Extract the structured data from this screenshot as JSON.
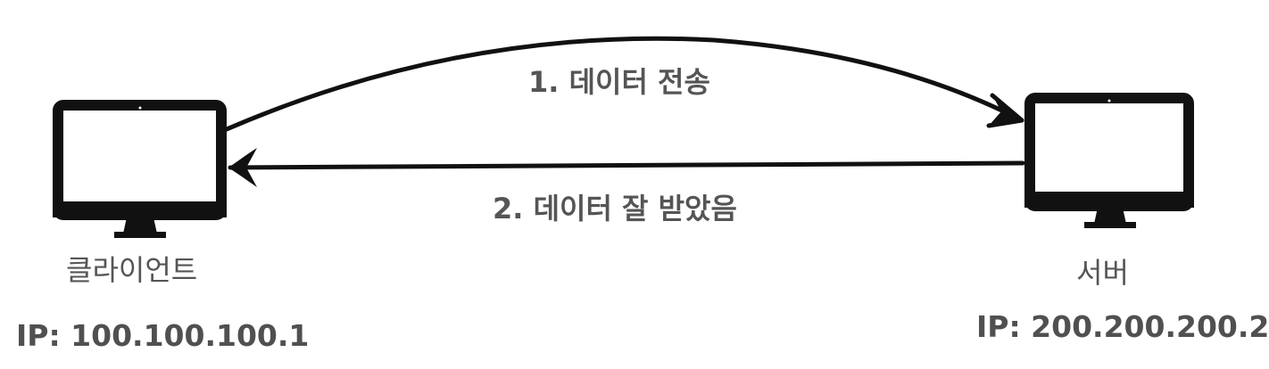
{
  "messages": {
    "send": "1. 데이터 전송",
    "ack": "2. 데이터 잘 받았음"
  },
  "client": {
    "name": "클라이언트",
    "ip": "IP: 100.100.100.1",
    "icon": "monitor-icon"
  },
  "server": {
    "name": "서버",
    "ip": "IP: 200.200.200.2",
    "icon": "monitor-icon"
  },
  "colors": {
    "stroke": "#111111",
    "text": "#555555"
  }
}
